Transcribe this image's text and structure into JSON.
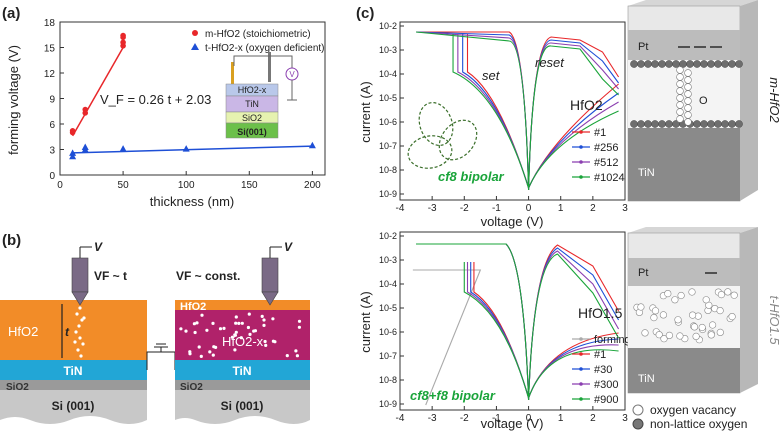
{
  "panels": {
    "a": "(a)",
    "b": "(b)",
    "c": "(c)"
  },
  "colors": {
    "red": "#e8272a",
    "blue": "#1e4fd6",
    "green": "#1aa43a",
    "purple": "#8b3fb0",
    "orange": "#f28c28",
    "magenta": "#b0226a",
    "cyan": "#22a6d6",
    "grey": "#888888"
  },
  "chart_data": [
    {
      "id": "a",
      "type": "scatter",
      "xlabel": "thickness (nm)",
      "ylabel": "forming voltage (V)",
      "xlim": [
        0,
        210
      ],
      "ylim": [
        0,
        18
      ],
      "xticks": [
        0,
        50,
        100,
        150,
        200
      ],
      "yticks": [
        0,
        3,
        6,
        9,
        12,
        15,
        18
      ],
      "annotation": "V_F = 0.26 t + 2.03",
      "legend": [
        "m-HfO2 (stoichiometric)",
        "t-HfO2-x (oxygen deficient)"
      ],
      "series": [
        {
          "name": "m-HfO2 (stoichiometric)",
          "color": "#e8272a",
          "points": [
            [
              10,
              5.0
            ],
            [
              10,
              5.2
            ],
            [
              20,
              7.3
            ],
            [
              20,
              7.7
            ],
            [
              50,
              15.2
            ],
            [
              50,
              15.6
            ],
            [
              50,
              16.2
            ],
            [
              50,
              16.4
            ]
          ],
          "fit": [
            [
              10,
              4.6
            ],
            [
              50,
              15.0
            ]
          ]
        },
        {
          "name": "t-HfO2-x (oxygen deficient)",
          "color": "#1e4fd6",
          "points": [
            [
              10,
              2.2
            ],
            [
              10,
              2.6
            ],
            [
              20,
              3.0
            ],
            [
              20,
              3.3
            ],
            [
              50,
              3.1
            ],
            [
              100,
              3.1
            ],
            [
              200,
              3.5
            ]
          ],
          "fit": [
            [
              10,
              2.6
            ],
            [
              200,
              3.4
            ]
          ]
        }
      ]
    },
    {
      "id": "c-top",
      "type": "line",
      "xlabel": "voltage (V)",
      "ylabel": "current (A)",
      "xlim": [
        -4,
        3
      ],
      "xticks": [
        -4,
        -3,
        -2,
        -1,
        0,
        1,
        2,
        3
      ],
      "yticks": [
        "10-2",
        "10-3",
        "10-4",
        "10-5",
        "10-6",
        "10-7",
        "10-8",
        "10-9"
      ],
      "material": "HfO2",
      "labels": [
        "set",
        "reset",
        "cf8 bipolar"
      ],
      "legend": [
        "#1",
        "#256",
        "#512",
        "#1024"
      ],
      "series_colors": [
        "#e8272a",
        "#1e4fd6",
        "#8b3fb0",
        "#1aa43a"
      ]
    },
    {
      "id": "c-bottom",
      "type": "line",
      "xlabel": "voltage (V)",
      "ylabel": "current (A)",
      "xlim": [
        -4,
        3
      ],
      "xticks": [
        -4,
        -3,
        -2,
        -1,
        0,
        1,
        2,
        3
      ],
      "yticks": [
        "10-2",
        "10-3",
        "10-4",
        "10-5",
        "10-6",
        "10-7",
        "10-8",
        "10-9"
      ],
      "material": "HfO1.5",
      "labels": [
        "cf8+f8 bipolar"
      ],
      "legend": [
        "forming",
        "#1",
        "#30",
        "#300",
        "#900"
      ],
      "series_colors": [
        "#aaaaaa",
        "#e8272a",
        "#1e4fd6",
        "#8b3fb0",
        "#1aa43a"
      ]
    }
  ],
  "inset_a": {
    "v": "V",
    "layers": [
      "HfO2-x",
      "TiN",
      "SiO2",
      "Si(001)"
    ]
  },
  "panel_b": {
    "v_left": "V",
    "v_right": "V",
    "rel_left": "VF ~ t",
    "rel_right": "VF ~ const.",
    "left_oxide": "HfO2",
    "t_label": "t",
    "right_top": "HfO2",
    "right_oxide": "HfO2-x",
    "tin": "TiN",
    "sio2": "SiO2",
    "si": "Si (001)"
  },
  "panel_c_right": {
    "pt": "Pt",
    "tin": "TiN",
    "top_material": "m-HfO2",
    "bottom_material": "t-HfO1.5",
    "o_label": "O",
    "legend_vac": "oxygen vacancy",
    "legend_nonlat": "non-lattice oxygen"
  }
}
